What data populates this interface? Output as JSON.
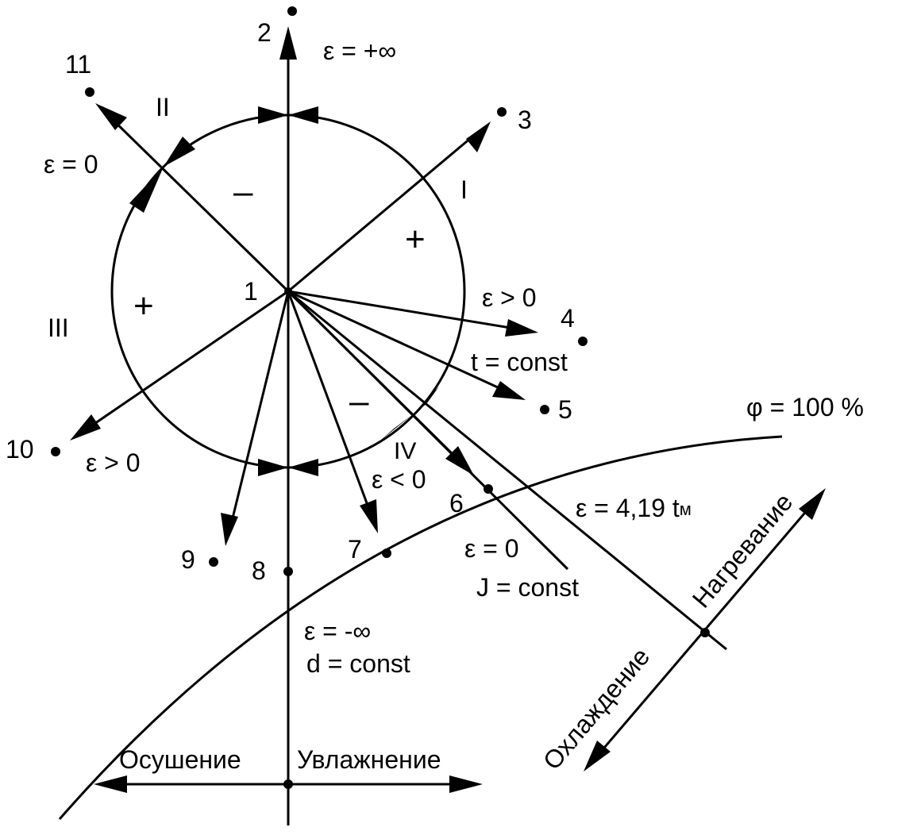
{
  "points": {
    "p1": "1",
    "p2": "2",
    "p3": "3",
    "p4": "4",
    "p5": "5",
    "p6": "6",
    "p7": "7",
    "p8": "8",
    "p9": "9",
    "p10": "10",
    "p11": "11"
  },
  "sectors": {
    "I": "I",
    "II": "II",
    "III": "III",
    "IV": "IV"
  },
  "signs": {
    "plus": "+",
    "minus": "–"
  },
  "labels": {
    "eps_plus_inf": "ε = +∞",
    "eps_zero_left": "ε = 0",
    "eps_gt0_right": "ε > 0",
    "t_const": "t = const",
    "phi_100": "φ = 100 %",
    "eps_gt0_left": "ε > 0",
    "eps_lt0": "ε < 0",
    "eps_zero_lower": "ε = 0",
    "j_const": "J = const",
    "eps_419": "ε = 4,19 t",
    "eps_419_sub": "м",
    "eps_minus_inf": "ε = -∞",
    "d_const": "d = const",
    "drying": "Осушение",
    "humidifying": "Увлажнение",
    "cooling": "Охлаждение",
    "heating": "Нагревание"
  },
  "colors": {
    "ink": "#000000",
    "background": "#ffffff"
  }
}
